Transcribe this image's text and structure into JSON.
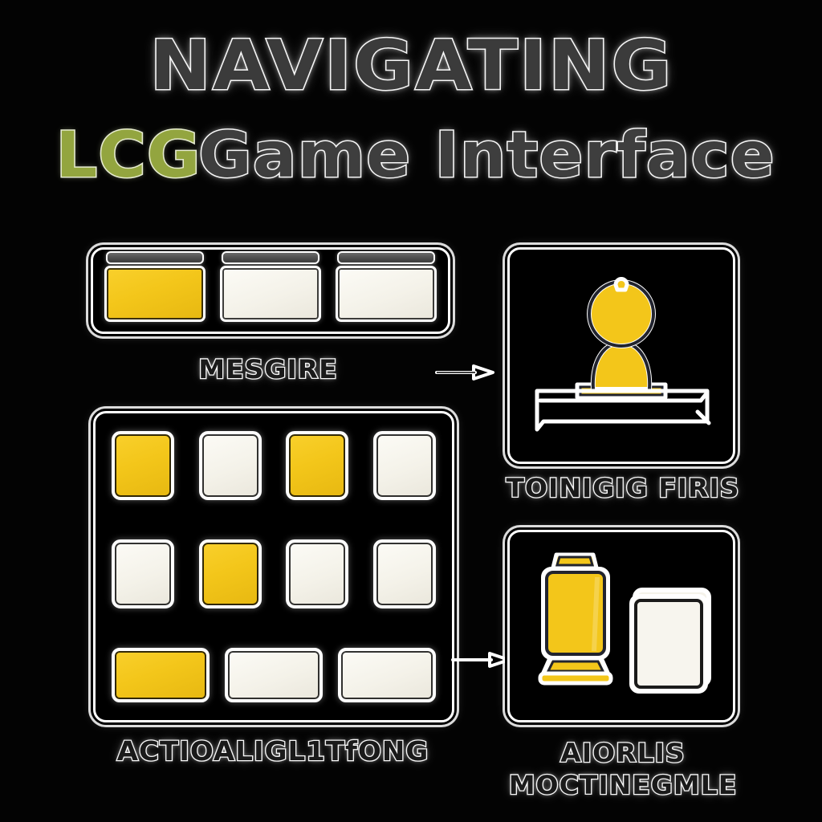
{
  "header": {
    "title": "NAVIGATING",
    "subtitle_accent": "LCG",
    "subtitle_rest": "Game Interface",
    "accent_color": "#93a53f",
    "title_color": "#3b3b3b",
    "outline_color": "#ffffff",
    "background_color": "#000000"
  },
  "theme": {
    "yellow": "#f3c61a",
    "white_card": "#f4f2e9",
    "tab_gray": "#4b4b4b",
    "panel_border": "#ffffff"
  },
  "panels": {
    "hand": {
      "name": "card-hand-panel",
      "caption": "MESGIRE",
      "cards": [
        {
          "label": "card-1",
          "fill": "yellow"
        },
        {
          "label": "card-2",
          "fill": "white"
        },
        {
          "label": "card-3",
          "fill": "white"
        }
      ]
    },
    "grid": {
      "name": "action-grid-panel",
      "caption": "ACTIOALIGL1TfONG",
      "rows": [
        {
          "type": "square",
          "tiles": [
            "yellow",
            "white",
            "yellow",
            "white"
          ]
        },
        {
          "type": "square",
          "tiles": [
            "white",
            "yellow",
            "white",
            "white"
          ]
        },
        {
          "type": "wide",
          "tiles": [
            "yellow",
            "white",
            "white"
          ]
        }
      ]
    },
    "token": {
      "name": "token-board-panel",
      "caption": "TOINIGIG FIRIS",
      "figure": "yellow-pawn-token",
      "board": "white-board-bar"
    },
    "pieces": {
      "name": "pieces-panel",
      "caption_line1": "AIORLIS",
      "caption_line2": "MOCTINEGMLE",
      "items": [
        {
          "label": "yellow-pedestal-piece",
          "fill": "yellow"
        },
        {
          "label": "white-card-piece",
          "fill": "white"
        }
      ]
    }
  },
  "arrows": {
    "top": {
      "name": "flow-arrow-hand-to-token",
      "direction": "right"
    },
    "bottom": {
      "name": "flow-arrow-grid-to-pieces",
      "direction": "right"
    }
  }
}
